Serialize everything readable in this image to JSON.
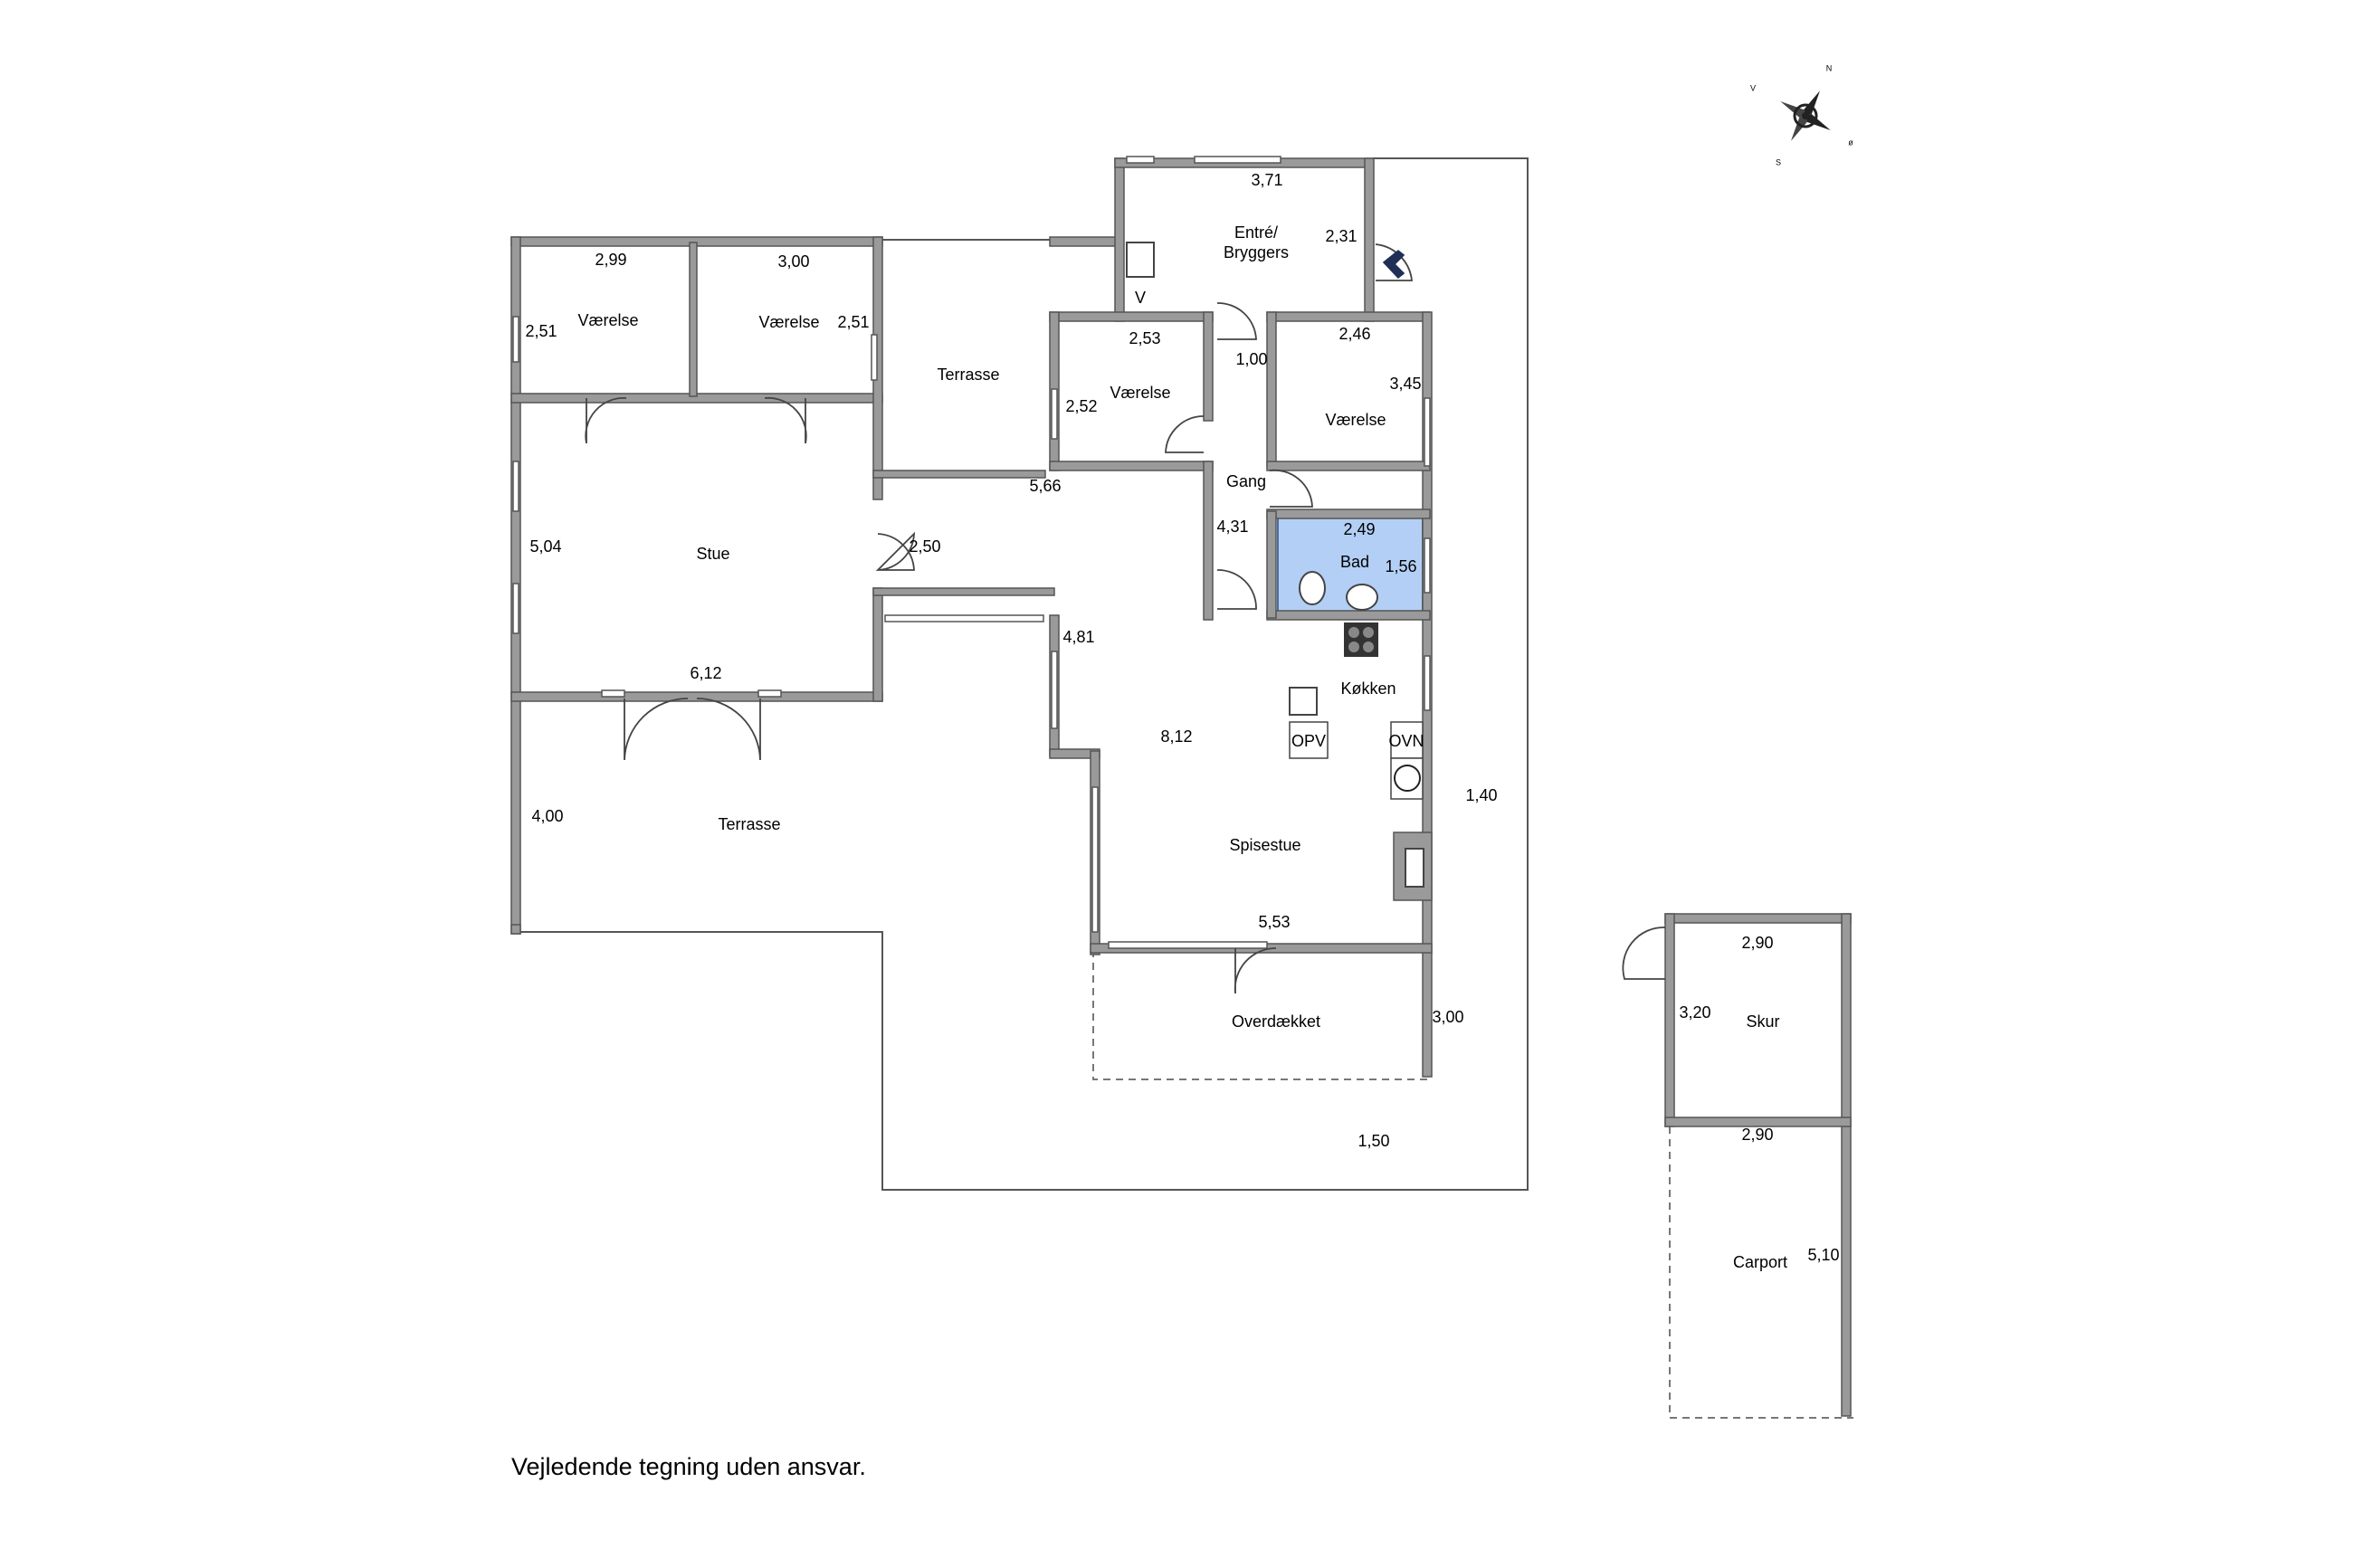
{
  "compass": {
    "n": "N",
    "s": "S",
    "v": "V",
    "o": "ø",
    "icon": "compass-rose-icon"
  },
  "rooms": {
    "vaerelse_1": "Værelse",
    "vaerelse_2": "Værelse",
    "vaerelse_3": "Værelse",
    "vaerelse_4": "Værelse",
    "terrasse_top": "Terrasse",
    "entre_1": "Entré/",
    "entre_2": "Bryggers",
    "gang": "Gang",
    "stue": "Stue",
    "bad": "Bad",
    "koekken": "Køkken",
    "spisestue": "Spisestue",
    "terrasse_bottom": "Terrasse",
    "overdaekket": "Overdækket",
    "skur": "Skur",
    "carport": "Carport"
  },
  "fixtures": {
    "opv": "OPV",
    "ovn": "OVN",
    "v": "V"
  },
  "dimensions": {
    "d_2_99": "2,99",
    "d_3_00": "3,00",
    "d_2_51_a": "2,51",
    "d_2_51_b": "2,51",
    "d_3_71": "3,71",
    "d_2_31": "2,31",
    "d_2_53": "2,53",
    "d_2_52": "2,52",
    "d_1_00": "1,00",
    "d_2_46": "2,46",
    "d_3_45": "3,45",
    "d_5_66": "5,66",
    "d_4_31": "4,31",
    "d_5_04": "5,04",
    "d_2_50": "2,50",
    "d_2_49": "2,49",
    "d_1_56": "1,56",
    "d_6_12": "6,12",
    "d_4_81": "4,81",
    "d_8_12": "8,12",
    "d_4_00": "4,00",
    "d_1_40": "1,40",
    "d_5_53": "5,53",
    "d_3_00_b": "3,00",
    "d_1_50": "1,50",
    "d_2_90_a": "2,90",
    "d_3_20": "3,20",
    "d_2_90_b": "2,90",
    "d_5_10": "5,10"
  },
  "footer": "Vejledende tegning uden ansvar.",
  "colors": {
    "wall": "#9a9a9a",
    "bath": "#b3cff5",
    "entrance_marker": "#1f2f55"
  }
}
